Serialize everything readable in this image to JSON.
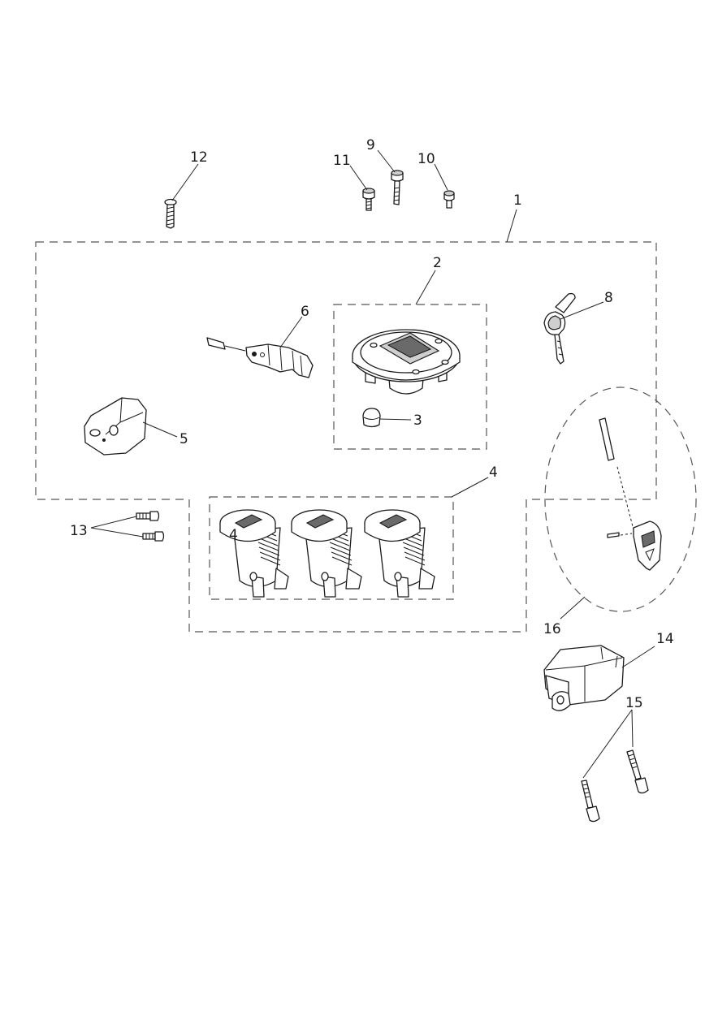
{
  "callouts": {
    "c1": "1",
    "c2": "2",
    "c3": "3",
    "c4": "4",
    "c4b": "4",
    "c5": "5",
    "c6": "6",
    "c8": "8",
    "c9": "9",
    "c10": "10",
    "c11": "11",
    "c12": "12",
    "c13": "13",
    "c14": "14",
    "c15": "15",
    "c16": "16"
  }
}
